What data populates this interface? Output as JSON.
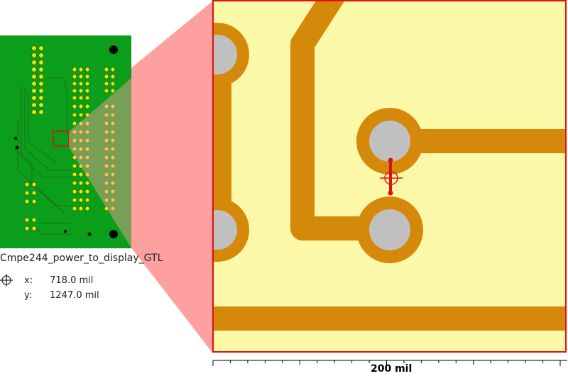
{
  "project": {
    "name": "Cmpe244_power_to_display_GTL"
  },
  "cursor": {
    "x_label": "x:",
    "x_value": "718.0 mil",
    "y_label": "y:",
    "y_value": "1247.0 mil"
  },
  "scale": {
    "label": "200 mil"
  },
  "colors": {
    "board": "#0a9e1a",
    "copper": "#d4890a",
    "background": "#fbf8a8",
    "drill": "#c0c0c0",
    "highlight": "#e01010",
    "wedge": "#ffa0a0"
  },
  "icons": {
    "cursor": "crosshair-icon"
  }
}
